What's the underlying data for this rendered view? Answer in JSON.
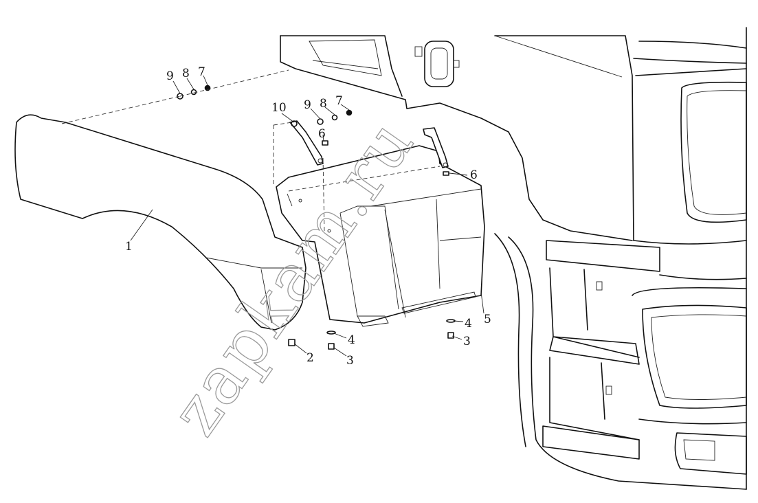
{
  "watermark": "zapkam.ru",
  "callouts": [
    {
      "id": "c1",
      "text": "1"
    },
    {
      "id": "c2",
      "text": "2"
    },
    {
      "id": "c3a",
      "text": "3"
    },
    {
      "id": "c3b",
      "text": "3"
    },
    {
      "id": "c4a",
      "text": "4"
    },
    {
      "id": "c4b",
      "text": "4"
    },
    {
      "id": "c5",
      "text": "5"
    },
    {
      "id": "c6a",
      "text": "6"
    },
    {
      "id": "c6b",
      "text": "6"
    },
    {
      "id": "c7a",
      "text": "7"
    },
    {
      "id": "c7b",
      "text": "7"
    },
    {
      "id": "c8a",
      "text": "8"
    },
    {
      "id": "c8b",
      "text": "8"
    },
    {
      "id": "c9a",
      "text": "9"
    },
    {
      "id": "c9b",
      "text": "9"
    },
    {
      "id": "c10",
      "text": "10"
    }
  ]
}
